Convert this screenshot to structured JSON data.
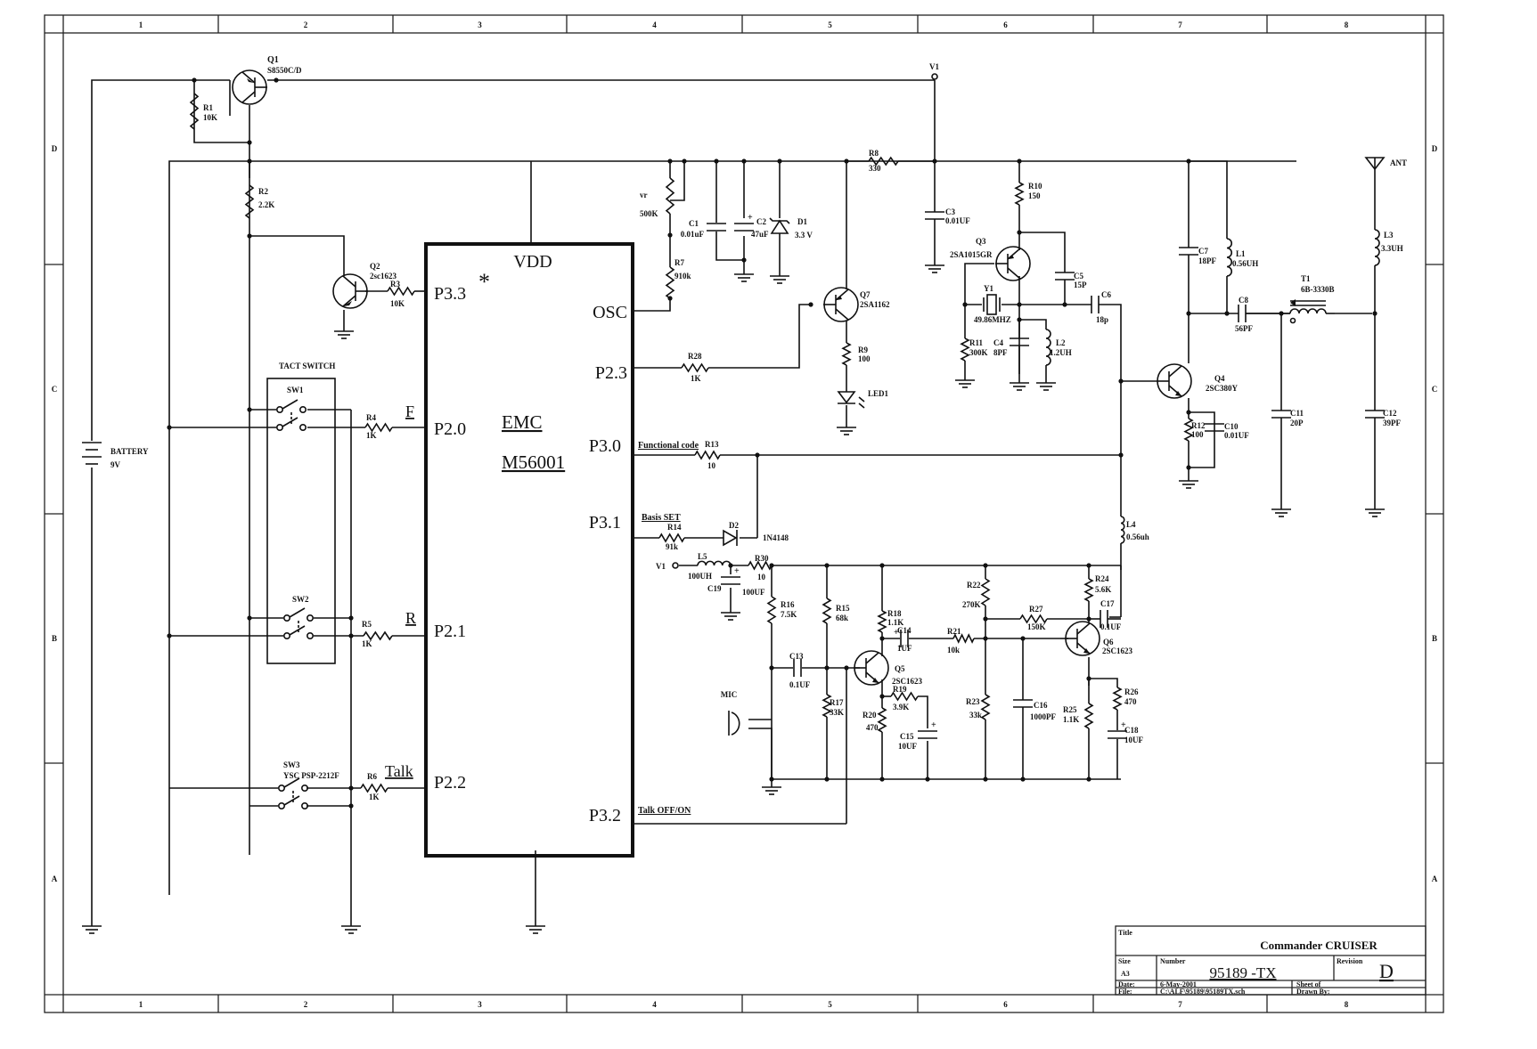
{
  "frame": {
    "columns": [
      "1",
      "2",
      "3",
      "4",
      "5",
      "6",
      "7",
      "8"
    ],
    "rows": [
      "D",
      "C",
      "B",
      "A"
    ]
  },
  "title_block": {
    "title_label": "Title",
    "title": "Commander CRUISER",
    "size_label": "Size",
    "size": "A3",
    "number_label": "Number",
    "number": "95189 -TX",
    "revision_label": "Revision",
    "revision": "D",
    "date_label": "Date:",
    "date": "6-May-2001",
    "file_label": "File:",
    "file": "C:\\ALF\\95189\\95189TX.sch",
    "sheet_label": "Sheet   of",
    "drawn_by_label": "Drawn By:"
  },
  "ic": {
    "name_line1": "EMC",
    "name_line2": "M56001",
    "vdd": "VDD",
    "marker": "*",
    "pins_left": [
      "P3.3",
      "P2.0",
      "P2.1",
      "P2.2"
    ],
    "pins_right": [
      "OSC",
      "P2.3",
      "P3.0",
      "P3.1",
      "P3.2"
    ]
  },
  "nets": {
    "f": "F",
    "r": "R",
    "talk": "Talk",
    "functional_code": "Functional code",
    "basis_set": "Basis SET",
    "talk_off_on": "Talk OFF/ON",
    "v1_top": "V1",
    "v1_left": "V1",
    "tact_switch": "TACT SWITCH",
    "ant": "ANT",
    "mic": "MIC"
  },
  "components": {
    "Q1": {
      "ref": "Q1",
      "value": "S8550C/D"
    },
    "Q2": {
      "ref": "Q2",
      "value": "2sc1623"
    },
    "Q3": {
      "ref": "Q3",
      "value": "2SA1015GR"
    },
    "Q4": {
      "ref": "Q4",
      "value": "2SC380Y"
    },
    "Q5": {
      "ref": "Q5",
      "value": "2SC1623"
    },
    "Q6": {
      "ref": "Q6",
      "value": "2SC1623"
    },
    "Q7": {
      "ref": "Q7",
      "value": "2SA1162"
    },
    "R1": {
      "ref": "R1",
      "value": "10K"
    },
    "R2": {
      "ref": "R2",
      "value": "2.2K"
    },
    "R3": {
      "ref": "R3",
      "value": "10K"
    },
    "R4": {
      "ref": "R4",
      "value": "1K"
    },
    "R5": {
      "ref": "R5",
      "value": "1K"
    },
    "R6": {
      "ref": "R6",
      "value": "1K"
    },
    "VR": {
      "ref": "vr",
      "value": "500K"
    },
    "R7": {
      "ref": "R7",
      "value": "910k"
    },
    "R8": {
      "ref": "R8",
      "value": "330"
    },
    "R9": {
      "ref": "R9",
      "value": "100"
    },
    "R10": {
      "ref": "R10",
      "value": "150"
    },
    "R11": {
      "ref": "R11",
      "value": "300K"
    },
    "R12": {
      "ref": "R12",
      "value": "100"
    },
    "R13": {
      "ref": "R13",
      "value": "10"
    },
    "R14": {
      "ref": "R14",
      "value": "91k"
    },
    "R15": {
      "ref": "R15",
      "value": "68k"
    },
    "R16": {
      "ref": "R16",
      "value": "7.5K"
    },
    "R17": {
      "ref": "R17",
      "value": "33K"
    },
    "R18": {
      "ref": "R18",
      "value": "1.1K"
    },
    "R19": {
      "ref": "R19",
      "value": "3.9K"
    },
    "R20": {
      "ref": "R20",
      "value": "470"
    },
    "R21": {
      "ref": "R21",
      "value": "10k"
    },
    "R22": {
      "ref": "R22",
      "value": "270K"
    },
    "R23": {
      "ref": "R23",
      "value": "33k"
    },
    "R24": {
      "ref": "R24",
      "value": "5.6K"
    },
    "R25": {
      "ref": "R25",
      "value": "1.1K"
    },
    "R26": {
      "ref": "R26",
      "value": "470"
    },
    "R27": {
      "ref": "R27",
      "value": "150K"
    },
    "R28": {
      "ref": "R28",
      "value": "1K"
    },
    "R30": {
      "ref": "R30",
      "value": "10"
    },
    "C1": {
      "ref": "C1",
      "value": "0.01uF"
    },
    "C2": {
      "ref": "C2",
      "value": "47uF"
    },
    "C3": {
      "ref": "C3",
      "value": "0.01UF"
    },
    "C4": {
      "ref": "C4",
      "value": "8PF"
    },
    "C5": {
      "ref": "C5",
      "value": "15P"
    },
    "C6": {
      "ref": "C6",
      "value": "18p"
    },
    "C7": {
      "ref": "C7",
      "value": "18PF"
    },
    "C8": {
      "ref": "C8",
      "value": "56PF"
    },
    "C10": {
      "ref": "C10",
      "value": "0.01UF"
    },
    "C11": {
      "ref": "C11",
      "value": "20P"
    },
    "C12": {
      "ref": "C12",
      "value": "39PF"
    },
    "C13": {
      "ref": "C13",
      "value": "0.1UF"
    },
    "C14": {
      "ref": "C14",
      "value": "1UF"
    },
    "C15": {
      "ref": "C15",
      "value": "10UF"
    },
    "C16": {
      "ref": "C16",
      "value": "1000PF"
    },
    "C17": {
      "ref": "C17",
      "value": "0.1UF"
    },
    "C18": {
      "ref": "C18",
      "value": "10UF"
    },
    "C19": {
      "ref": "C19",
      "value": "100UF"
    },
    "D1": {
      "ref": "D1",
      "value": "3.3 V"
    },
    "D2": {
      "ref": "D2",
      "value": "1N4148"
    },
    "LED1": {
      "ref": "LED1"
    },
    "L1": {
      "ref": "L1",
      "value": "0.56UH"
    },
    "L2": {
      "ref": "L2",
      "value": "1.2UH"
    },
    "L3": {
      "ref": "L3",
      "value": "3.3UH"
    },
    "L4": {
      "ref": "L4",
      "value": "0.56uh"
    },
    "L5": {
      "ref": "L5",
      "value": "100UH"
    },
    "T1": {
      "ref": "T1",
      "value": "6B-3330B"
    },
    "Y1": {
      "ref": "Y1",
      "value": "49.86MHZ"
    },
    "SW1": {
      "ref": "SW1"
    },
    "SW2": {
      "ref": "SW2"
    },
    "SW3": {
      "ref": "SW3",
      "value": "YSC PSP-2212F"
    },
    "BAT": {
      "ref": "BATTERY",
      "value": "9V"
    }
  }
}
